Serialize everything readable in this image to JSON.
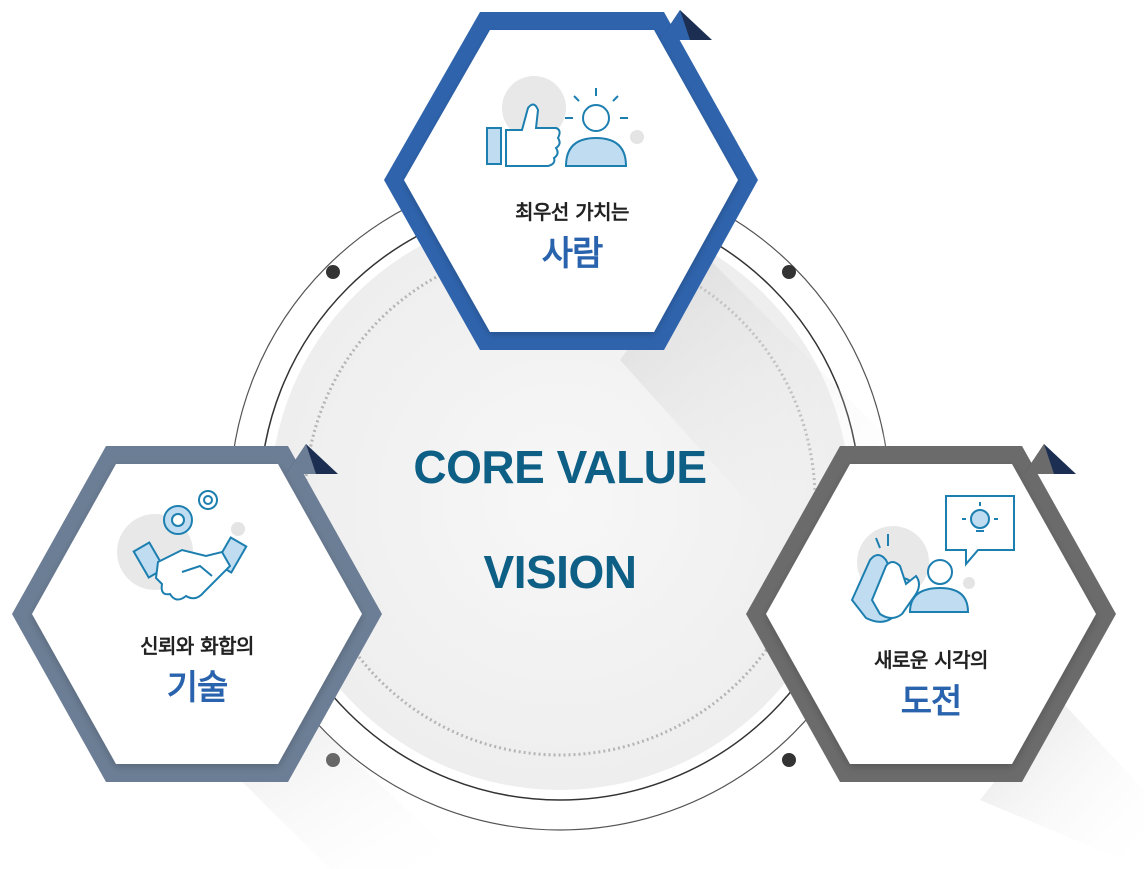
{
  "center": {
    "line1": "CORE VALUE",
    "line2": "VISION"
  },
  "values": [
    {
      "subtitle": "최우선 가치는",
      "title": "사람",
      "icon": "thumbs-up-person-icon",
      "border_color": "#2f64ad"
    },
    {
      "subtitle": "신뢰와 화합의",
      "title": "기술",
      "icon": "handshake-gears-icon",
      "border_color": "#6c7e95"
    },
    {
      "subtitle": "새로운 시각의",
      "title": "도전",
      "icon": "clapping-idea-icon",
      "border_color": "#6b6b6b"
    }
  ],
  "colors": {
    "accent": "#0e5f86",
    "title_blue": "#2a63ad",
    "corner_flag": "#1c2f52",
    "icon_line": "#1d7fb0",
    "icon_fill": "#bfdcf1"
  }
}
